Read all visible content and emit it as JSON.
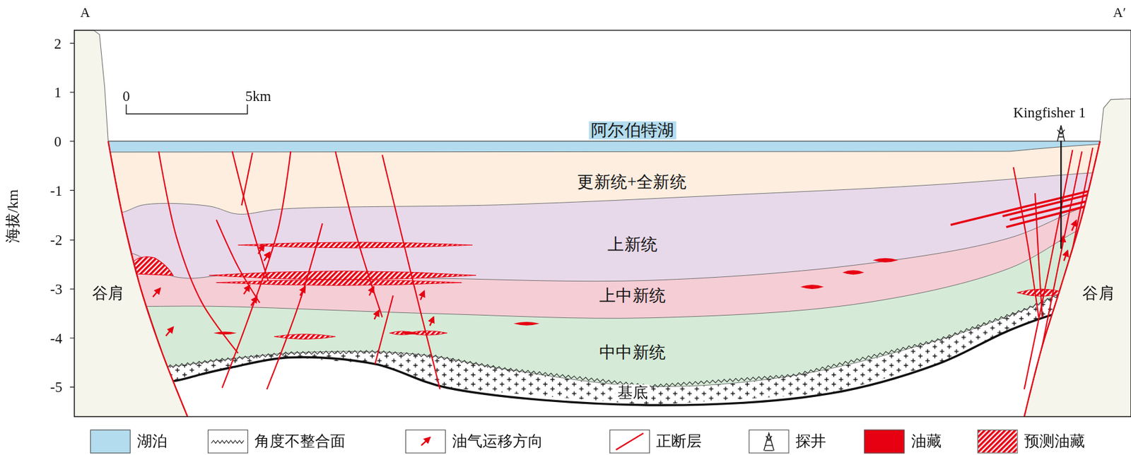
{
  "diagram": {
    "labels": [
      "A",
      "A′",
      "2",
      "1",
      "0",
      "-1",
      "-2",
      "-3",
      "-4",
      "-5",
      "海拔/km",
      "0",
      "5km",
      "Kingfisher 1",
      "阿尔伯特湖",
      "更新统+全新统",
      "上新统",
      "上中新统",
      "中中新统",
      "基底",
      "谷肩",
      "谷肩"
    ],
    "legend": [
      {
        "text": "湖泊",
        "color": "#b3dcef"
      },
      {
        "text": "角度不整合面"
      },
      {
        "text": "油气运移方向"
      },
      {
        "text": "正断层"
      },
      {
        "text": "探井"
      },
      {
        "text": "油藏",
        "color": "#e60012"
      },
      {
        "text": "预测油藏"
      }
    ]
  }
}
